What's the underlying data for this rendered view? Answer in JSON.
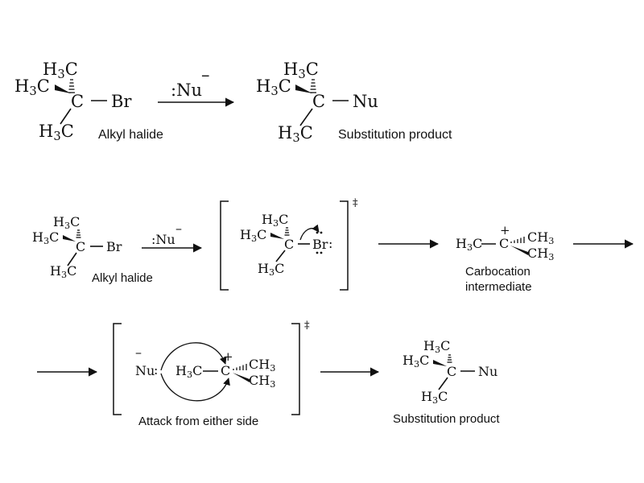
{
  "groups": {
    "methyl": "H3C",
    "methyl_r": "CH3"
  },
  "atoms": {
    "carbon": "C",
    "bromine": "Br",
    "nucleophile": "Nu",
    "nucleophile_reagent": ":Nu",
    "charge_minus": "–",
    "charge_plus": "+",
    "ts_symbol": "‡",
    "lone_pair": ":"
  },
  "labels": {
    "alkyl_halide": "Alkyl halide",
    "substitution_product": "Substitution product",
    "carbocation_1": "Carbocation",
    "carbocation_2": "intermediate",
    "attack": "Attack from either side"
  }
}
